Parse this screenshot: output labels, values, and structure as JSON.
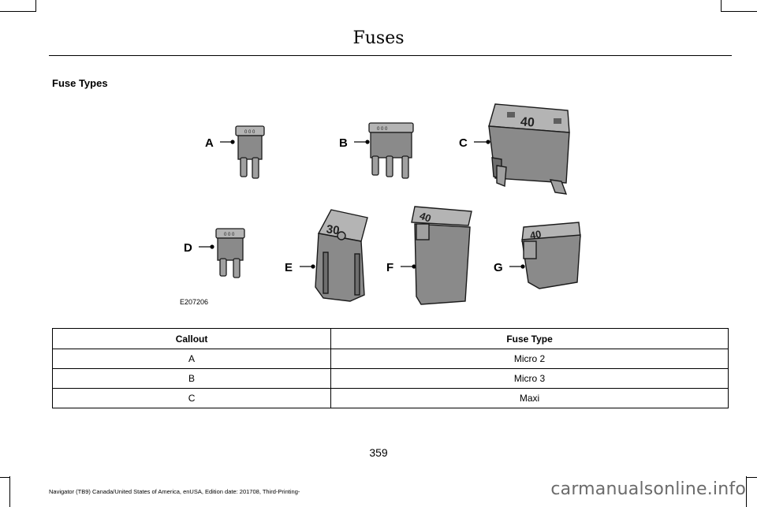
{
  "header": {
    "title": "Fuses"
  },
  "section": {
    "heading": "Fuse Types"
  },
  "figure": {
    "id": "E207206",
    "callouts": [
      "A",
      "B",
      "C",
      "D",
      "E",
      "F",
      "G"
    ],
    "fuse_markings": {
      "C": "40",
      "E": "30",
      "F": "40",
      "G": "40"
    }
  },
  "table": {
    "headers": [
      "Callout",
      "Fuse Type"
    ],
    "rows": [
      [
        "A",
        "Micro 2"
      ],
      [
        "B",
        "Micro 3"
      ],
      [
        "C",
        "Maxi"
      ]
    ]
  },
  "footer": {
    "page_number": "359",
    "text": "Navigator (TB9) Canada/United States of America, enUSA, Edition date: 201708, Third-Printing-"
  },
  "watermark": "carmanualsonline.info",
  "colors": {
    "fuse_body": "#8a8a8a",
    "fuse_dark": "#5e5e5e",
    "fuse_light": "#b4b4b4"
  }
}
